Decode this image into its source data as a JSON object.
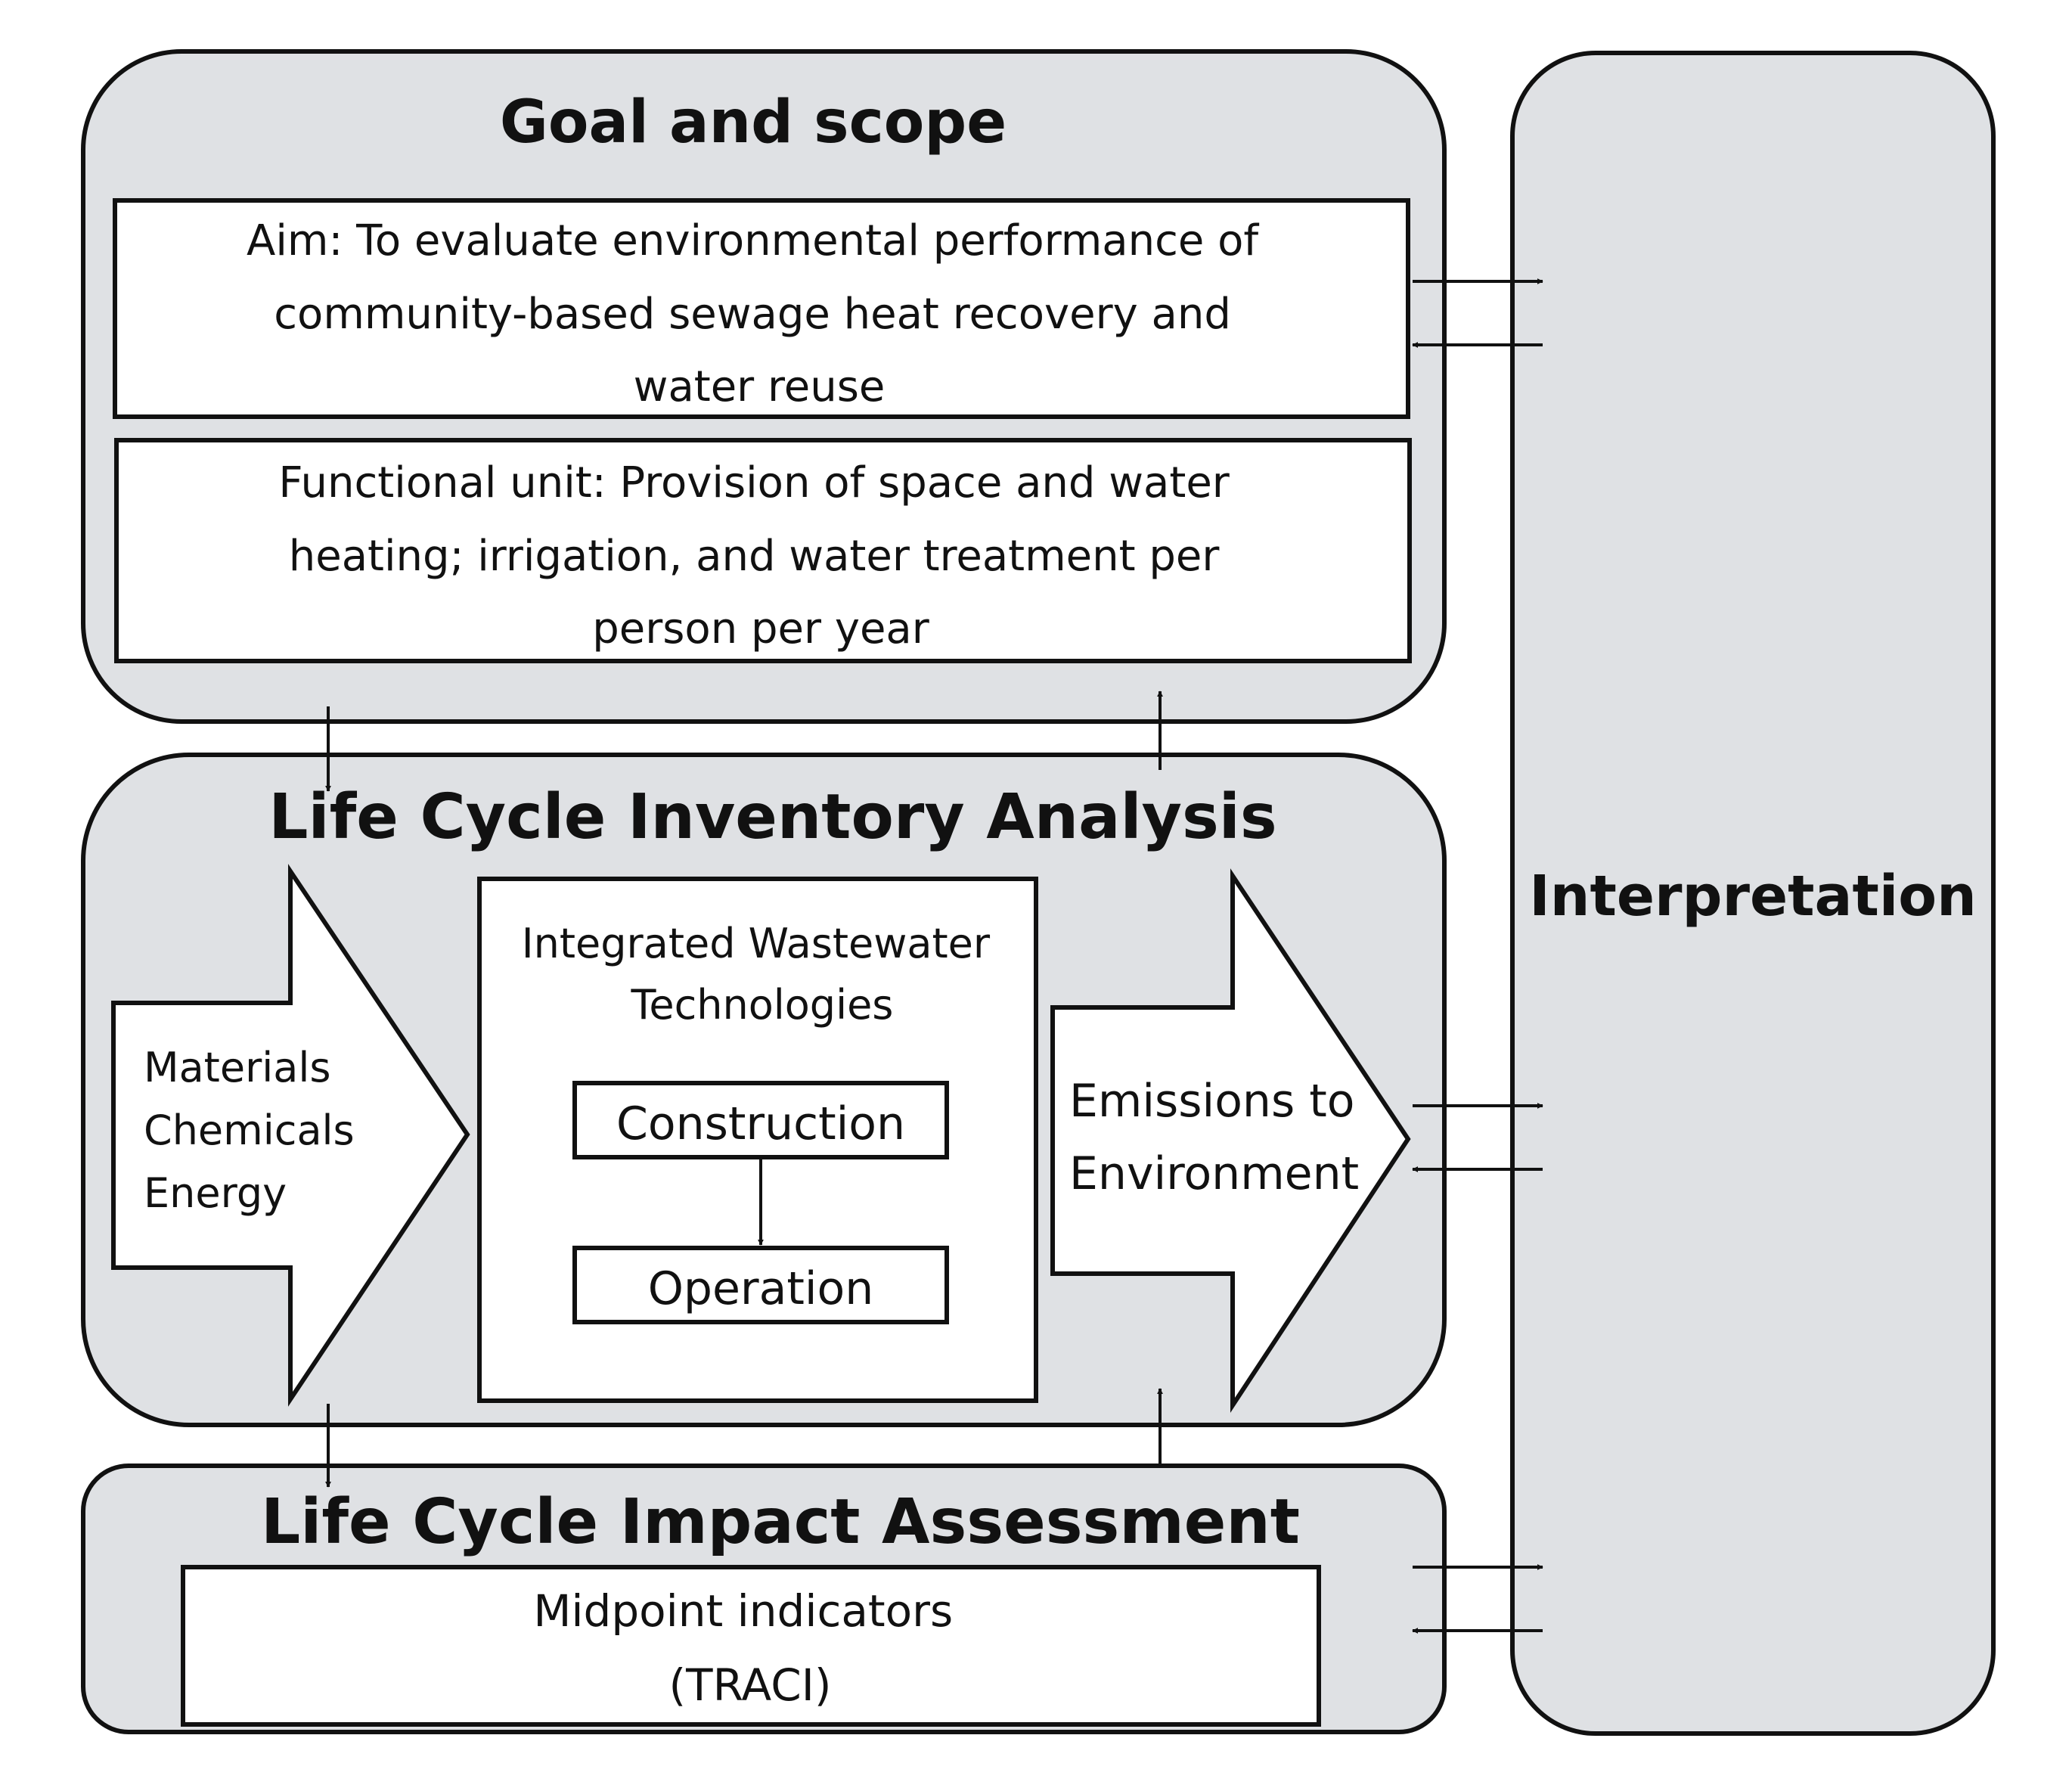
{
  "goal_scope": {
    "title": "Goal and scope",
    "aim_lines": [
      "Aim: To evaluate environmental performance of",
      "community-based sewage heat recovery and",
      "water reuse"
    ],
    "functional_unit_lines": [
      "Functional unit: Provision of space and water",
      "heating; irrigation, and water treatment per",
      "person per year"
    ]
  },
  "inventory": {
    "title": "Life Cycle Inventory Analysis",
    "inputs_lines": [
      "Materials",
      "Chemicals",
      "Energy"
    ],
    "system_title_lines": [
      "Integrated Wastewater",
      "Technologies"
    ],
    "construction_label": "Construction",
    "operation_label": "Operation",
    "outputs_lines": [
      "Emissions to",
      "Environment"
    ]
  },
  "impact": {
    "title": "Life Cycle Impact Assessment",
    "indicator_lines": [
      "Midpoint indicators",
      "(TRACI)"
    ]
  },
  "interpretation": {
    "title": "Interpretation"
  }
}
